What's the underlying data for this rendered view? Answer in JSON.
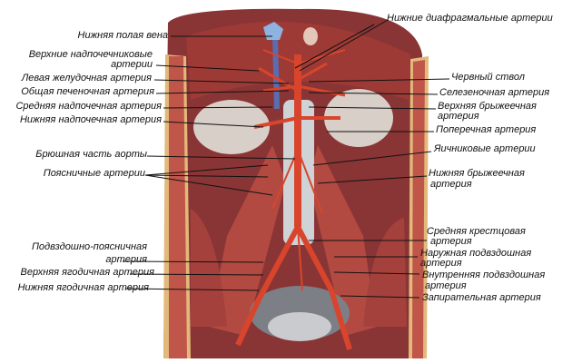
{
  "left_labels": {
    "ivc": "Нижняя полая вена",
    "sup_suprarenal_1": "Верхние надпочечниковые",
    "sup_suprarenal_2": "артерии",
    "left_gastric": "Левая желудочная артерия",
    "common_hepatic": "Общая печеночная артерия",
    "middle_suprarenal": "Средняя надпочечная артерия",
    "inferior_suprarenal": "Нижняя надпочечная артерия",
    "abdominal_aorta": "Брюшная часть аорты",
    "lumbar": "Поясничные  артерии",
    "iliolumbar_1": "Подвздошно-поясничная",
    "iliolumbar_2": "артерия",
    "superior_gluteal": "Верхняя ягодичная артерия",
    "inferior_gluteal": "Нижняя ягодичная артерия"
  },
  "right_labels": {
    "inferior_phrenic": "Нижние диафрагмальные артерии",
    "celiac_trunk": "Червный ствол",
    "splenic": "Селезеночная артерия",
    "sup_mesenteric_1": "Верхняя брыжеечная",
    "sup_mesenteric_2": "артерия",
    "transverse": "Поперечная артерия",
    "ovarian": "Яичниковые артерии",
    "inf_mesenteric_1": "Нижняя брыжеечная",
    "inf_mesenteric_2": "артерия",
    "median_sacral_1": "Средняя крестцовая",
    "median_sacral_2": "артерия",
    "external_iliac_1": "Наружная подвздошная",
    "external_iliac_2": "артерия",
    "internal_iliac_1": "Внутренняя подвздошная",
    "internal_iliac_2": "артерия",
    "obturator": "Запирательная артерия"
  },
  "colors": {
    "artery": "#d8452c",
    "muscle": "#a8433e",
    "cavity": "#6b2a2a",
    "fat": "#e9c97a",
    "tissue": "#d9c3b8"
  }
}
